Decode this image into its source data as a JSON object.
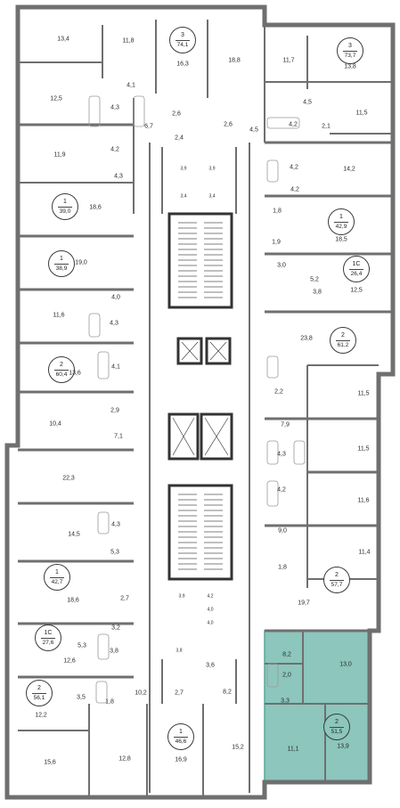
{
  "colors": {
    "wall": "#6f6f6f",
    "highlight_fill": "#8cc6bd",
    "highlight_stroke": "#5aa79b",
    "fixture": "#9a9a9a"
  },
  "apartments": [
    {
      "rooms": "3",
      "area": "74,1"
    },
    {
      "rooms": "3",
      "area": "73,7"
    },
    {
      "rooms": "1",
      "area": "39,0"
    },
    {
      "rooms": "1",
      "area": "42,9"
    },
    {
      "rooms": "1",
      "area": "38,9"
    },
    {
      "rooms": "1С",
      "area": "26,4"
    },
    {
      "rooms": "2",
      "area": "61,2"
    },
    {
      "rooms": "2",
      "area": "60,4"
    },
    {
      "rooms": "1",
      "area": "42,7"
    },
    {
      "rooms": "2",
      "area": "57,7"
    },
    {
      "rooms": "1С",
      "area": "27,6"
    },
    {
      "rooms": "2",
      "area": "56,1"
    },
    {
      "rooms": "2",
      "area": "51,5"
    },
    {
      "rooms": "1",
      "area": "46,6"
    }
  ],
  "room_areas": [
    "13,4",
    "11,8",
    "16,3",
    "18,8",
    "11,7",
    "13,8",
    "4,1",
    "12,5",
    "4,3",
    "4,2",
    "6,7",
    "2,6",
    "2,4",
    "2,6",
    "4,5",
    "4,2",
    "4,5",
    "2,1",
    "11,5",
    "11,9",
    "4,3",
    "18,6",
    "4,2",
    "14,2",
    "4,2",
    "1,8",
    "19,0",
    "18,5",
    "1,9",
    "3,0",
    "5,2",
    "3,8",
    "12,5",
    "4,0",
    "11,6",
    "4,3",
    "23,8",
    "4,1",
    "13,6",
    "2,2",
    "11,5",
    "2,9",
    "10,4",
    "7,9",
    "7,1",
    "11,5",
    "4,3",
    "22,3",
    "4,2",
    "11,6",
    "14,5",
    "4,3",
    "9,0",
    "5,3",
    "11,4",
    "1,8",
    "18,6",
    "2,7",
    "19,7",
    "3,2",
    "5,3",
    "3,8",
    "12,6",
    "8,2",
    "2,0",
    "13,0",
    "3,3",
    "3,6",
    "10,2",
    "2,7",
    "8,2",
    "3,5",
    "1,8",
    "12,2",
    "16,9",
    "15,2",
    "11,1",
    "13,9",
    "15,6",
    "12,8"
  ],
  "core_areas": [
    "3,9",
    "3,9",
    "3,4",
    "3,4",
    "3,9",
    "4,2",
    "4,0",
    "4,0",
    "3,8"
  ]
}
